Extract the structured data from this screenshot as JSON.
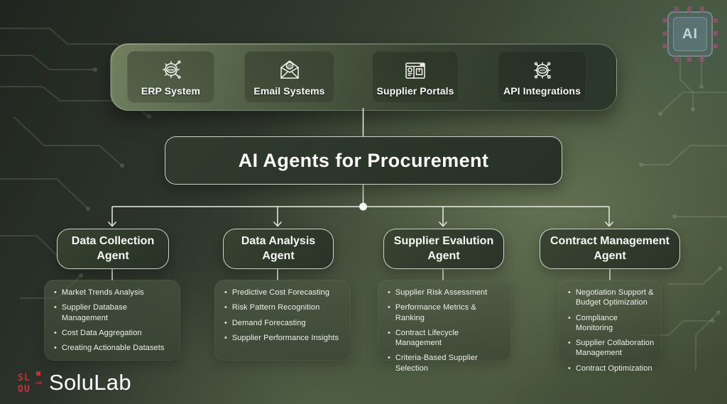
{
  "ui": {
    "bullet": "•"
  },
  "chip_icon": {
    "label": "AI"
  },
  "integrations": [
    {
      "label": "ERP System",
      "icon": "erp-gear-icon",
      "badge": "ERP"
    },
    {
      "label": "Email Systems",
      "icon": "email-envelope-icon",
      "badge": "@"
    },
    {
      "label": "Supplier Portals",
      "icon": "supplier-portal-icon",
      "badge": ""
    },
    {
      "label": "API Integrations",
      "icon": "api-network-icon",
      "badge": "API"
    }
  ],
  "title_box": {
    "label": "AI Agents for Procurement"
  },
  "agents": [
    {
      "title": "Data Collection Agent",
      "items": [
        "Market Trends Analysis",
        "Supplier Database Management",
        "Cost Data Aggregation",
        "Creating Actionable Datasets"
      ]
    },
    {
      "title": "Data Analysis Agent",
      "items": [
        "Predictive Cost Forecasting",
        "Risk Pattern Recognition",
        "Demand Forecasting",
        "Supplier Performance Insights"
      ]
    },
    {
      "title": "Supplier Evalution Agent",
      "items": [
        "Supplier Risk Assessment",
        "Performance Metrics & Ranking",
        "Contract Lifecycle Management",
        "Criteria-Based Supplier Selection"
      ]
    },
    {
      "title": "Contract Management Agent",
      "items": [
        "Negotiation Support & Budget Optimization",
        "Compliance Monitoring",
        "Supplier Collaboration Management",
        "Contract Optimization"
      ]
    }
  ],
  "brand": {
    "name": "SoluLab",
    "mark_top": "SL",
    "mark_bottom": "OU",
    "mark_side": "LAB"
  },
  "colors": {
    "background_dark": "#20261f",
    "background_light": "#66775c",
    "line": "#e9ede5",
    "panel": "#3c4838",
    "box_border": "#e4ebe0",
    "accent_red": "#c5303b",
    "chip_blue": "#608096"
  }
}
